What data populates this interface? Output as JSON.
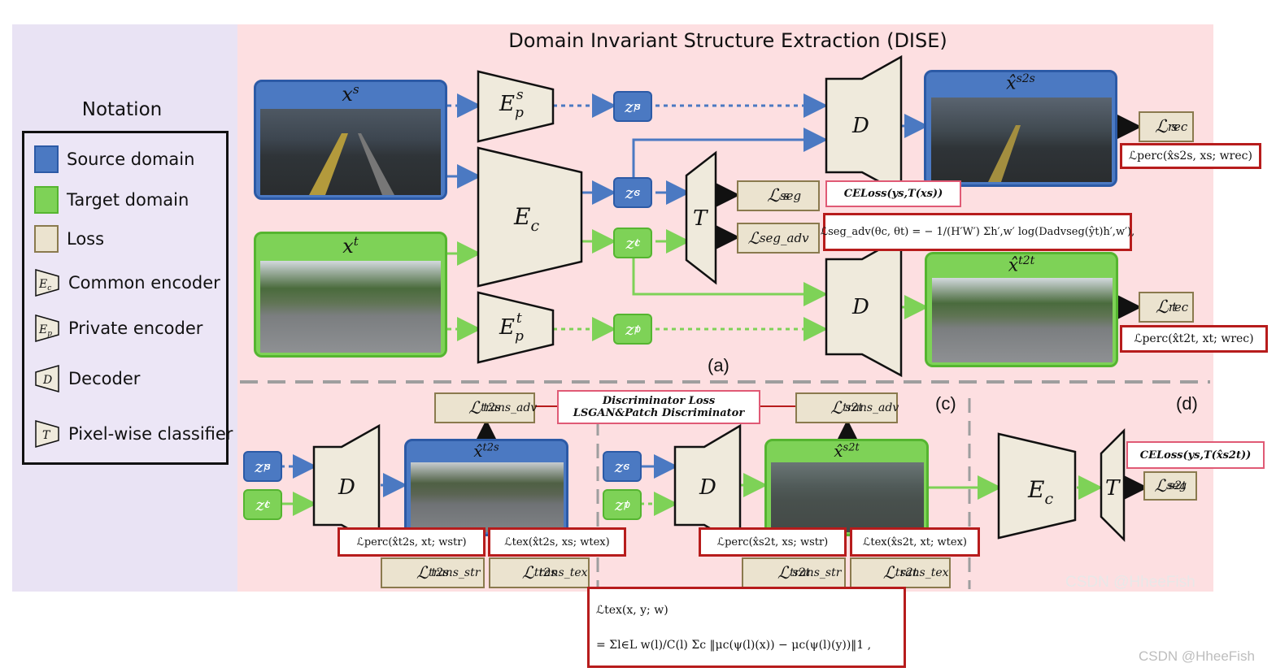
{
  "title": "Domain Invariant Structure Extraction (DISE)",
  "notation": {
    "title": "Notation",
    "items": [
      {
        "label": "Source domain",
        "swatch": "#4b79c2",
        "kind": "swatch"
      },
      {
        "label": "Target  domain",
        "swatch": "#7ed257",
        "kind": "swatch"
      },
      {
        "label": "Loss",
        "swatch": "#ebe3cf",
        "kind": "swatch"
      },
      {
        "label": "Common encoder",
        "symbol": "Ec",
        "kind": "encoder"
      },
      {
        "label": "Private encoder",
        "symbol": "Ep",
        "kind": "encoder"
      },
      {
        "label": "Decoder",
        "symbol": "D",
        "kind": "decoder"
      },
      {
        "label": "Pixel-wise classifier",
        "symbol": "T",
        "kind": "classifier"
      }
    ]
  },
  "images": {
    "xs": "x^s",
    "xt": "x^t",
    "xs2s": "x̂^s2s",
    "xt2t": "x̂^t2t",
    "xt2s": "x̂^t2s",
    "xs2t": "x̂^s2t"
  },
  "modules": {
    "Eps": "E_p^s",
    "Ec": "E_c",
    "Ept": "E_p^t",
    "T": "T",
    "D": "D"
  },
  "codes": {
    "zps": "z_p^s",
    "zcs": "z_c^s",
    "zct": "z_c^t",
    "zpt": "z_p^t"
  },
  "losses": {
    "rec_s": "L_rec^s",
    "rec_t": "L_rec^t",
    "seg_s": "L_seg^s",
    "seg_adv": "L_seg_adv",
    "trans_adv_t2s": "L_trans_adv^t2s",
    "trans_adv_s2t": "L_trans_adv^s2t",
    "trans_str_t2s": "L_trans_str^t2s",
    "trans_tex_t2s": "L_trans_tex^t2s",
    "trans_str_s2t": "L_trans_str^s2t",
    "trans_tex_s2t": "L_trans_tex^s2t",
    "seg_s2t": "L_seg^s2t"
  },
  "annotations": {
    "perc_s2s": "ℒperc(x̂s2s, xs; wrec)",
    "perc_t2t": "ℒperc(x̂t2t, xt; wrec)",
    "celoss_s": "CELoss(ys,T(xs))",
    "seg_adv_formula": "ℒseg_adv(θc, θt) = − 1/(H′W′) Σh′,w′ log(Dadvseg(ŷt)h′,w′),",
    "disc_loss_line1": "Discriminator Loss",
    "disc_loss_line2": "LSGAN&Patch Discriminator",
    "perc_t2s": "ℒperc(x̂t2s, xt; wstr)",
    "tex_t2s": "ℒtex(x̂t2s, xs; wtex)",
    "perc_s2t": "ℒperc(x̂s2t, xs; wstr)",
    "tex_s2t": "ℒtex(x̂s2t, xt; wtex)",
    "celoss_s2t": "CELoss(ys,T(x̂s2t))",
    "tex_formula_line1": "ℒtex(x, y; w)",
    "tex_formula_line2": "= Σl∈L w(l)/C(l) Σc ‖μc(ψ(l)(x)) − μc(ψ(l)(y))‖1 ,"
  },
  "panels": {
    "a": "(a)",
    "c": "(c)",
    "d": "(d)"
  },
  "watermarks": {
    "inner": "CSDN @HheeFish",
    "outer": "CSDN @HheeFish"
  },
  "colors": {
    "source": "#4b79c2",
    "target": "#7ed257",
    "loss": "#ebe3cf",
    "notation_bg": "#e9e3f4",
    "main_bg": "#fddfe1",
    "module_fill": "#efeadc",
    "red_border": "#b71c1c",
    "pink_border": "#e05a75"
  }
}
